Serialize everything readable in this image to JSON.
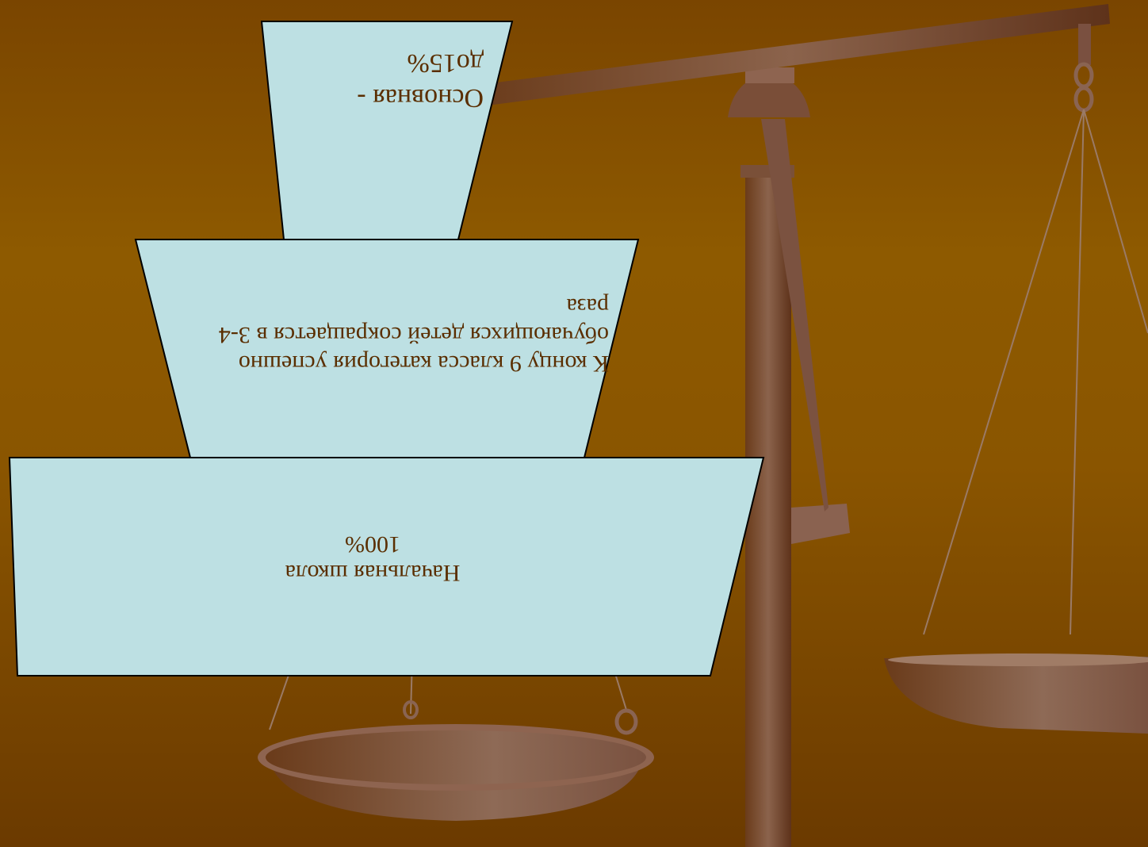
{
  "tiers": [
    {
      "lines": [
        "Начальная школа",
        "100%"
      ]
    },
    {
      "lines": [
        "К концу 9 класса категория успешно",
        "обучающихся детей сокращается в 3-4",
        "раза"
      ]
    },
    {
      "lines": [
        "Основная -",
        "до15%"
      ]
    }
  ]
}
